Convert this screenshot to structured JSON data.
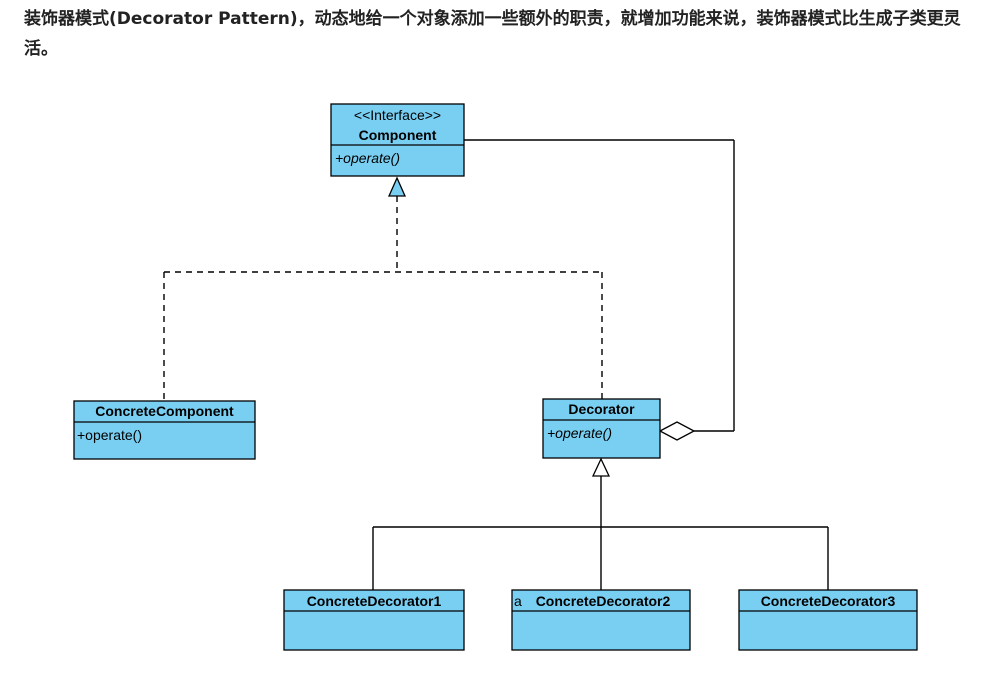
{
  "intro_text": "装饰器模式(Decorator Pattern)，动态地给一个对象添加一些额外的职责，就增加功能来说，装饰器模式比生成子类更灵活。",
  "colors": {
    "box_fill": "#79CFF2",
    "box_stroke": "#000000",
    "line": "#000000"
  },
  "classes": {
    "component": {
      "stereotype": "<<Interface>>",
      "name": "Component",
      "operation": "+operate()"
    },
    "concrete_component": {
      "name": "ConcreteComponent",
      "operation": "+operate()"
    },
    "decorator": {
      "name": "Decorator",
      "operation": "+operate()"
    },
    "concrete_decorator1": {
      "name": "ConcreteDecorator1"
    },
    "concrete_decorator2": {
      "name": "ConcreteDecorator2",
      "prefix_glyph": "a"
    },
    "concrete_decorator3": {
      "name": "ConcreteDecorator3"
    }
  }
}
